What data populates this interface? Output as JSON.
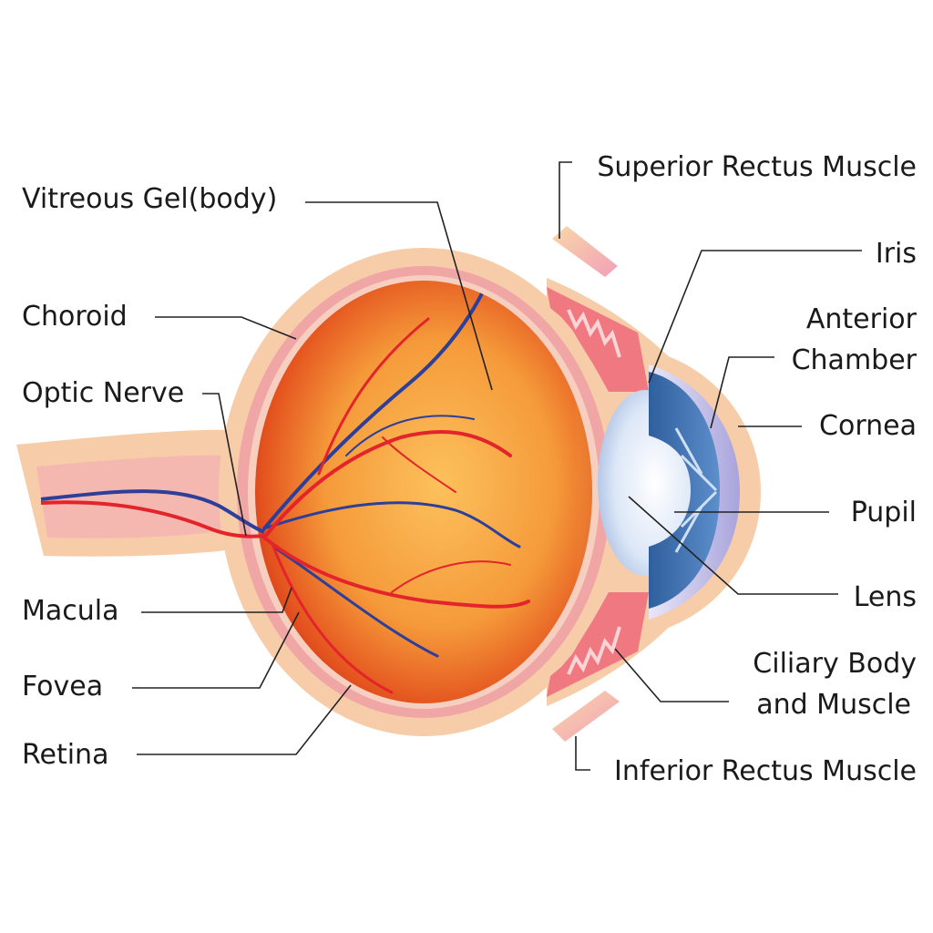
{
  "colors": {
    "sclera": "#f3c9a3",
    "choroid": "#f0a0a0",
    "retina_inner": "#d83a1c",
    "vitreous_center": "#fbb955",
    "artery": "#e3242b",
    "vein": "#2e3f9a",
    "iris": "#3f72b0",
    "lens": "#e4ecf8",
    "ciliary": "#f06a72",
    "muscle": "#f7c79a"
  },
  "labels": {
    "vitreous_gel": "Vitreous Gel(body)",
    "choroid": "Choroid",
    "optic_nerve": "Optic Nerve",
    "macula": "Macula",
    "fovea": "Fovea",
    "retina": "Retina",
    "superior_rectus": "Superior Rectus Muscle",
    "iris": "Iris",
    "anterior_chamber_line1": "Anterior",
    "anterior_chamber_line2": "Chamber",
    "cornea": "Cornea",
    "pupil": "Pupil",
    "lens": "Lens",
    "ciliary_line1": "Ciliary Body",
    "ciliary_line2": "and Muscle",
    "inferior_rectus": "Inferior Rectus Muscle"
  }
}
